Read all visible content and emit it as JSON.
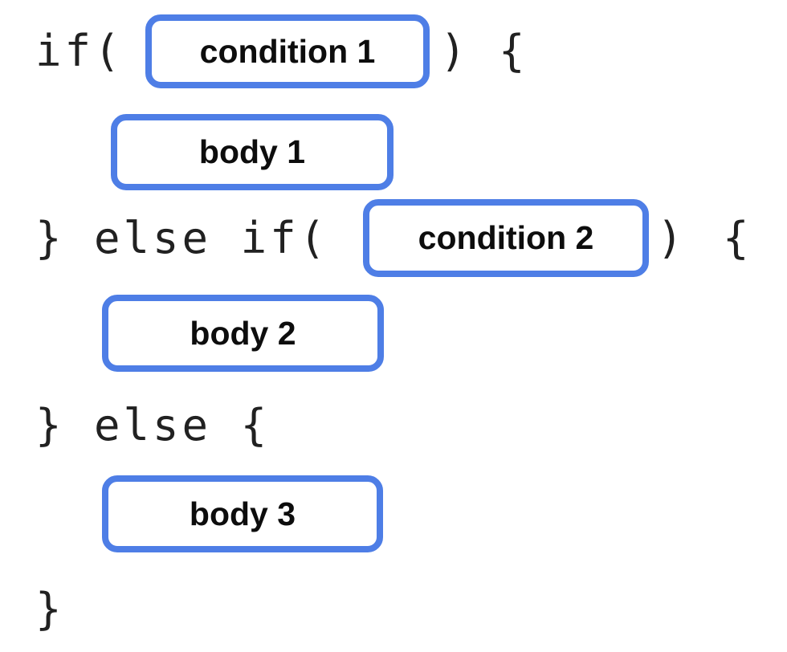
{
  "colors": {
    "box_border": "#4e7ee6",
    "code_text": "#212121",
    "label_text": "#0d0d0d",
    "background": "#ffffff"
  },
  "code": {
    "if_open": "if(",
    "if_close": ") {",
    "elseif_prefix": "} else if(",
    "elseif_close_paren": ")",
    "elseif_open_brace": "{",
    "else_line": "} else {",
    "closing_brace": "}"
  },
  "slots": {
    "condition1": "condition 1",
    "body1": "body 1",
    "condition2": "condition 2",
    "body2": "body 2",
    "body3": "body 3"
  }
}
